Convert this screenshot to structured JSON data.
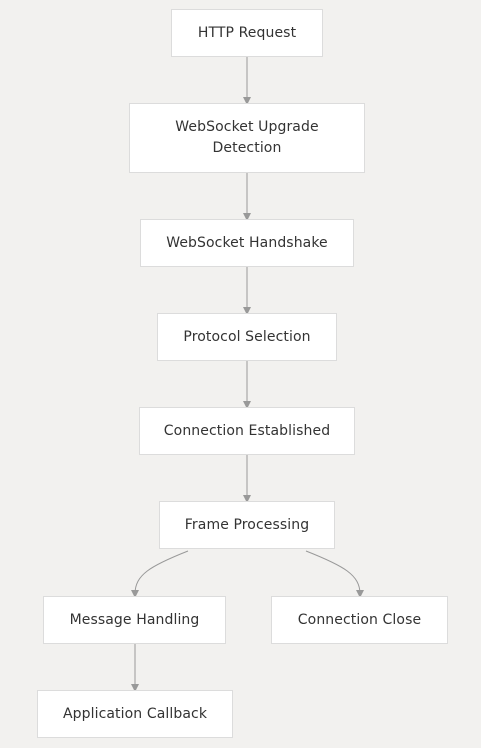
{
  "nodes": {
    "http_request": "HTTP Request",
    "upgrade_detection": "WebSocket Upgrade Detection",
    "handshake": "WebSocket Handshake",
    "protocol_selection": "Protocol Selection",
    "connection_established": "Connection Established",
    "frame_processing": "Frame Processing",
    "message_handling": "Message Handling",
    "connection_close": "Connection Close",
    "application_callback": "Application Callback"
  },
  "edges": [
    [
      "http_request",
      "upgrade_detection"
    ],
    [
      "upgrade_detection",
      "handshake"
    ],
    [
      "handshake",
      "protocol_selection"
    ],
    [
      "protocol_selection",
      "connection_established"
    ],
    [
      "connection_established",
      "frame_processing"
    ],
    [
      "frame_processing",
      "message_handling"
    ],
    [
      "frame_processing",
      "connection_close"
    ],
    [
      "message_handling",
      "application_callback"
    ]
  ],
  "colors": {
    "background": "#f2f1ef",
    "node_fill": "#ffffff",
    "node_border": "#dcdcdc",
    "edge": "#999999",
    "text": "#333333"
  }
}
